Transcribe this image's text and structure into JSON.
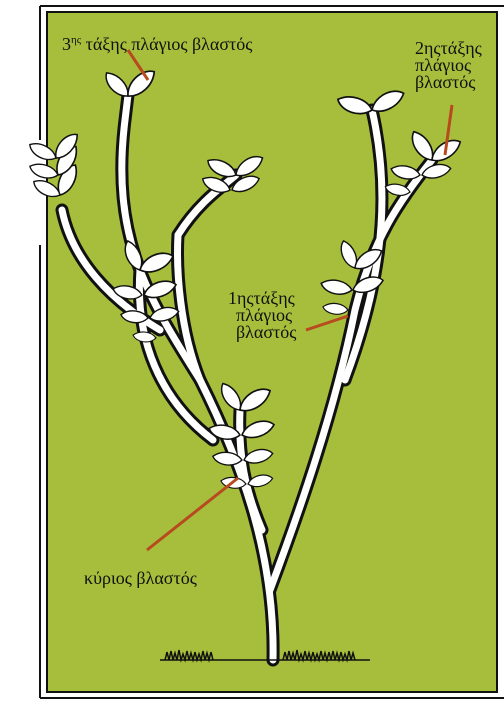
{
  "colors": {
    "background": "#a6be3b",
    "frame": "#111111",
    "stem_fill": "#ffffff",
    "leader_line": "#b84a1f",
    "ground": "#111111"
  },
  "labels": {
    "third_order": {
      "number": "3",
      "suffix": "ης",
      "text": " τάξης πλάγιος βλαστός"
    },
    "second_order": {
      "line1": "2ηςτάξης",
      "line2": "πλάγιος",
      "line3": "βλαστός"
    },
    "first_order": {
      "line1": "1ηςτάξης",
      "line2": "πλάγιος",
      "line3": "βλαστός"
    },
    "main_stem": "κύριος βλαστός"
  }
}
